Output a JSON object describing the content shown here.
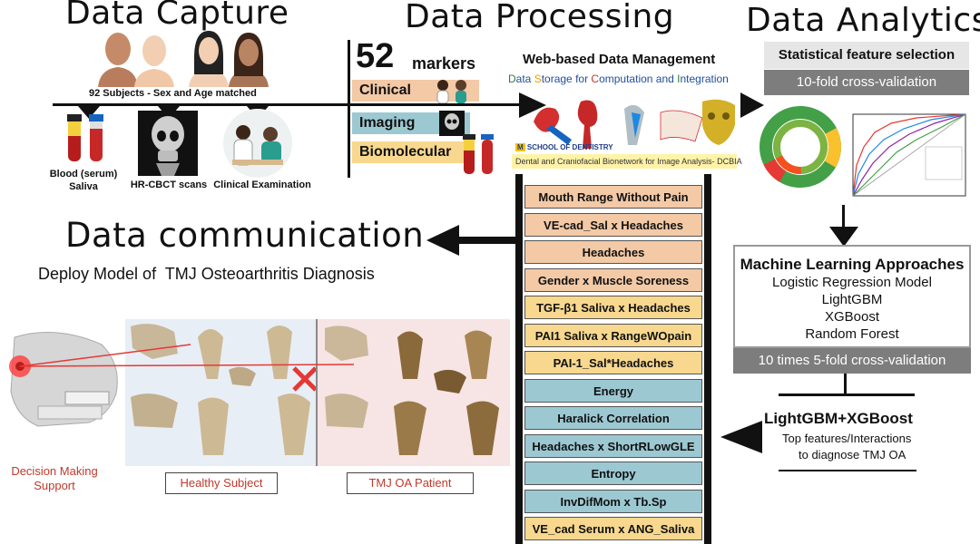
{
  "sections": {
    "capture": "Data Capture",
    "processing": "Data Processing",
    "analytics": "Data Analytics",
    "communication": "Data communication",
    "communication_sub": "Deploy Model of  TMJ Osteoarthritis Diagnosis"
  },
  "capture": {
    "subjects": "92 Subjects - Sex and Age matched",
    "sources": [
      "Blood (serum)",
      "Saliva",
      "HR-CBCT scans",
      "Clinical Examination"
    ]
  },
  "markers": {
    "count": "52",
    "unit": "markers",
    "types": [
      "Clinical",
      "Imaging",
      "Biomolecular"
    ]
  },
  "web": {
    "title": "Web-based Data Management",
    "subtitle_parts": [
      {
        "t": "D",
        "c": "#2e7d32"
      },
      {
        "t": "ata ",
        "c": "#1f4e9c"
      },
      {
        "t": "S",
        "c": "#e6a100"
      },
      {
        "t": "torage for ",
        "c": "#1f4e9c"
      },
      {
        "t": "C",
        "c": "#c0392b"
      },
      {
        "t": "omputation and ",
        "c": "#1f4e9c"
      },
      {
        "t": "I",
        "c": "#2e7d32"
      },
      {
        "t": "ntegration",
        "c": "#1f4e9c"
      }
    ],
    "school": "SCHOOL OF DENTISTRY",
    "footer": "Dental and Craniofacial Bionetwork for Image Analysis- DCBIA"
  },
  "features": [
    {
      "label": "Mouth Range Without Pain",
      "kind": "clin"
    },
    {
      "label": "VE-cad_Sal x Headaches",
      "kind": "clin"
    },
    {
      "label": "Headaches",
      "kind": "clin"
    },
    {
      "label": "Gender x Muscle Soreness",
      "kind": "clin"
    },
    {
      "label": "TGF-β1 Saliva x Headaches",
      "kind": "bio"
    },
    {
      "label": "PAI1 Saliva x RangeWOpain",
      "kind": "bio"
    },
    {
      "label": "PAI-1_Sal*Headaches",
      "kind": "bio"
    },
    {
      "label": "Energy",
      "kind": "img"
    },
    {
      "label": "Haralick Correlation",
      "kind": "img"
    },
    {
      "label": "Headaches x ShortRLowGLE",
      "kind": "img"
    },
    {
      "label": "Entropy",
      "kind": "img"
    },
    {
      "label": "InvDifMom x Tb.Sp",
      "kind": "img"
    },
    {
      "label": "VE_cad Serum x ANG_Saliva",
      "kind": "bio"
    }
  ],
  "analytics": {
    "feature_selection": "Statistical feature selection",
    "cv1": "10-fold cross-validation",
    "ml_title": "Machine Learning Approaches",
    "ml_items": [
      "Logistic Regression Model",
      "LightGBM",
      "XGBoost",
      "Random Forest"
    ],
    "cv2": "10 times 5-fold cross-validation",
    "best": "LightGBM+XGBoost",
    "best_sub": [
      "Top features/Interactions",
      "to diagnose TMJ OA"
    ]
  },
  "deploy": {
    "captions": [
      "Decision Making Support",
      "Healthy Subject",
      "TMJ OA Patient"
    ]
  },
  "colors": {
    "clinical": "#f3c9a6",
    "imaging": "#9cc8d2",
    "biomolecular": "#f7d88e",
    "red": "#d32f2f",
    "grey": "#7d7d7d"
  }
}
